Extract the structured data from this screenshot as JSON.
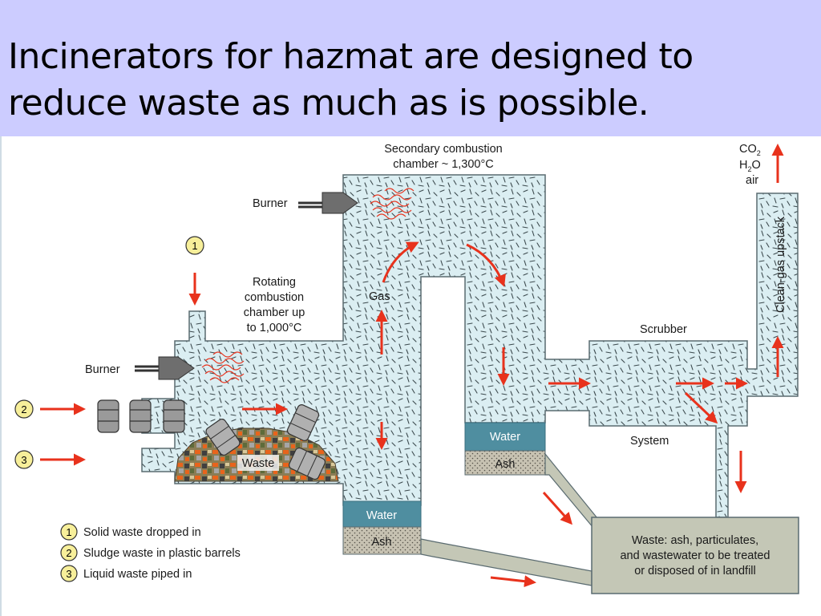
{
  "title": {
    "line1": "Incinerators for hazmat are designed to",
    "line2": "reduce waste as much as is possible."
  },
  "diagram": {
    "secondary_chamber": [
      "Secondary combustion",
      "chamber ~ 1,300°C"
    ],
    "burner_top": "Burner",
    "burner_left": "Burner",
    "rotating_chamber": [
      "Rotating",
      "combustion",
      "chamber up",
      "to 1,000°C"
    ],
    "gas": "Gas",
    "waste": "Waste",
    "water_left": "Water",
    "ash_left": "Ash",
    "water_mid": "Water",
    "ash_mid": "Ash",
    "scrubber": "Scrubber",
    "system": "System",
    "upstack": "Clean-gas upstack",
    "outputs": {
      "co2_main": "CO",
      "co2_sub": "2",
      "h2o_h": "H",
      "h2o_sub": "2",
      "h2o_o": "O",
      "air": "air"
    },
    "landfill": [
      "Waste: ash, particulates,",
      "and wastewater to be treated",
      "or disposed of in landfill"
    ],
    "markers": [
      "1",
      "2",
      "3"
    ],
    "legend": [
      {
        "num": "1",
        "text": "Solid waste dropped in"
      },
      {
        "num": "2",
        "text": "Sludge waste in plastic barrels"
      },
      {
        "num": "3",
        "text": "Liquid waste piped in"
      }
    ]
  },
  "colors": {
    "header_bg": "#ccccff",
    "chamber_fill": "#dbeef2",
    "chamber_stroke": "#5a6b70",
    "arrow": "#e8321c",
    "water": "#4f8ea0",
    "ash": "#c7c2b2",
    "landfill": "#c4c7b6",
    "marker_fill": "#f7ef9a",
    "burner": "#6e6e6e",
    "flame": "#e8321c"
  }
}
